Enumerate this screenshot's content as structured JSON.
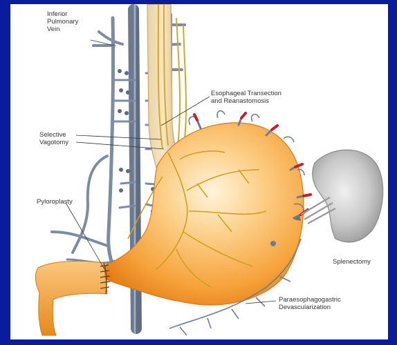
{
  "labels": {
    "pulmonary_vein": [
      "Inferior",
      "Pulmonary",
      "Vein"
    ],
    "esophageal": [
      "Esophageal Transection",
      "and Reanastomosis"
    ],
    "vagotomy": [
      "Selective",
      "Vagotomy"
    ],
    "pyloroplasty": "Pyloroplasty",
    "splenectomy": "Splenectomy",
    "devascularization": [
      "Paraesophagogastric",
      "Devascularization"
    ]
  },
  "colors": {
    "frame": "#0a1c9e",
    "panel": "#ffffff",
    "stomach": "#f6a23a",
    "vessel": "#6c7d96",
    "nerve": "#d4a82a",
    "artery_tip": "#c4202c",
    "spleen": "#c9c9c9"
  }
}
